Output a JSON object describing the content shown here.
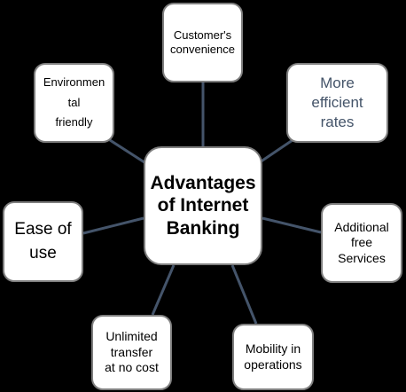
{
  "center": {
    "lines": [
      "Advantages",
      "of Internet",
      "Banking"
    ]
  },
  "nodes": {
    "customer": {
      "lines": [
        "Customer's",
        "convenience"
      ]
    },
    "rates": {
      "lines": [
        "More",
        "efficient",
        "rates"
      ]
    },
    "environment": {
      "lines": [
        "Environmen",
        "tal",
        "friendly"
      ]
    },
    "ease": {
      "lines": [
        "Ease of",
        "use"
      ]
    },
    "free_services": {
      "lines": [
        "Additional",
        "free",
        "Services"
      ]
    },
    "transfer": {
      "lines": [
        "Unlimited",
        "transfer",
        "at no cost"
      ]
    },
    "mobility": {
      "lines": [
        "Mobility in",
        "operations"
      ]
    }
  },
  "colors": {
    "background": "#000000",
    "box_fill": "#ffffff",
    "box_border": "#7f7f7f",
    "connector": "#44546a",
    "rates_text": "#445469"
  }
}
